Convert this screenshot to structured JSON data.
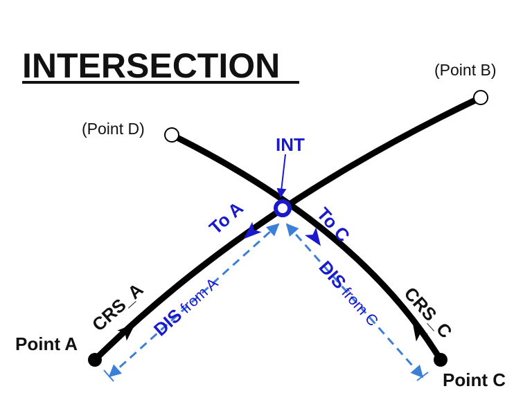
{
  "title": "INTERSECTION",
  "labels": {
    "point_b": "(Point B)",
    "point_d": "(Point D)",
    "point_a": "Point A",
    "point_c": "Point C",
    "int": "INT",
    "to_a": "To A",
    "to_c": "To C",
    "crs_a": "CRS_A",
    "crs_c": "CRS_C",
    "dis_a_bold": "DIS",
    "dis_a_light": " from A",
    "dis_c_bold": "DIS",
    "dis_c_light": " from C"
  },
  "colors": {
    "line": "#000000",
    "accent_blue": "#1a1acc",
    "dashed_blue": "#3b7fd6"
  }
}
